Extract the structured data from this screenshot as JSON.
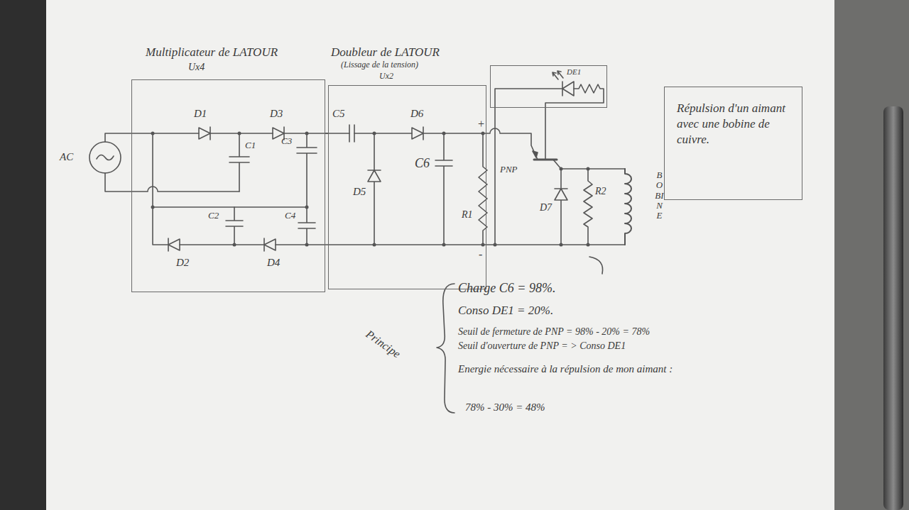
{
  "diagram": {
    "nodes": [
      {
        "text": [
          "Multiplicateur de LATOUR",
          "Ux4"
        ]
      },
      {
        "text": [
          "Doubleur de LATOUR",
          "(Lissage de la tension)",
          "Ux2"
        ]
      },
      {
        "text": [
          "DE1"
        ]
      },
      {
        "text": [
          "Répulsion d'un aimant avec une bobine de cuivre."
        ]
      }
    ],
    "edges": [
      {
        "from": 0,
        "to": 1,
        "arrow": "none"
      }
    ],
    "labels": [
      "AC",
      "D1",
      "D3",
      "C1",
      "C3",
      "C2",
      "C4",
      "D2",
      "D4",
      "C5",
      "D6",
      "D5",
      "C6",
      "R1",
      "+",
      "-",
      "PNP",
      "D7",
      "R2",
      "BOBINE",
      "Principe",
      "Charge C6 = 98%.",
      "Conso DE1 = 20%.",
      "Seuil de fermeture de PNP = 98% - 20% = 78%",
      "Seuil d'ouverture de PNP = > Conso DE1",
      "Energie nécessaire à la répulsion de mon aimant :",
      "78% - 30% = 48%"
    ]
  }
}
